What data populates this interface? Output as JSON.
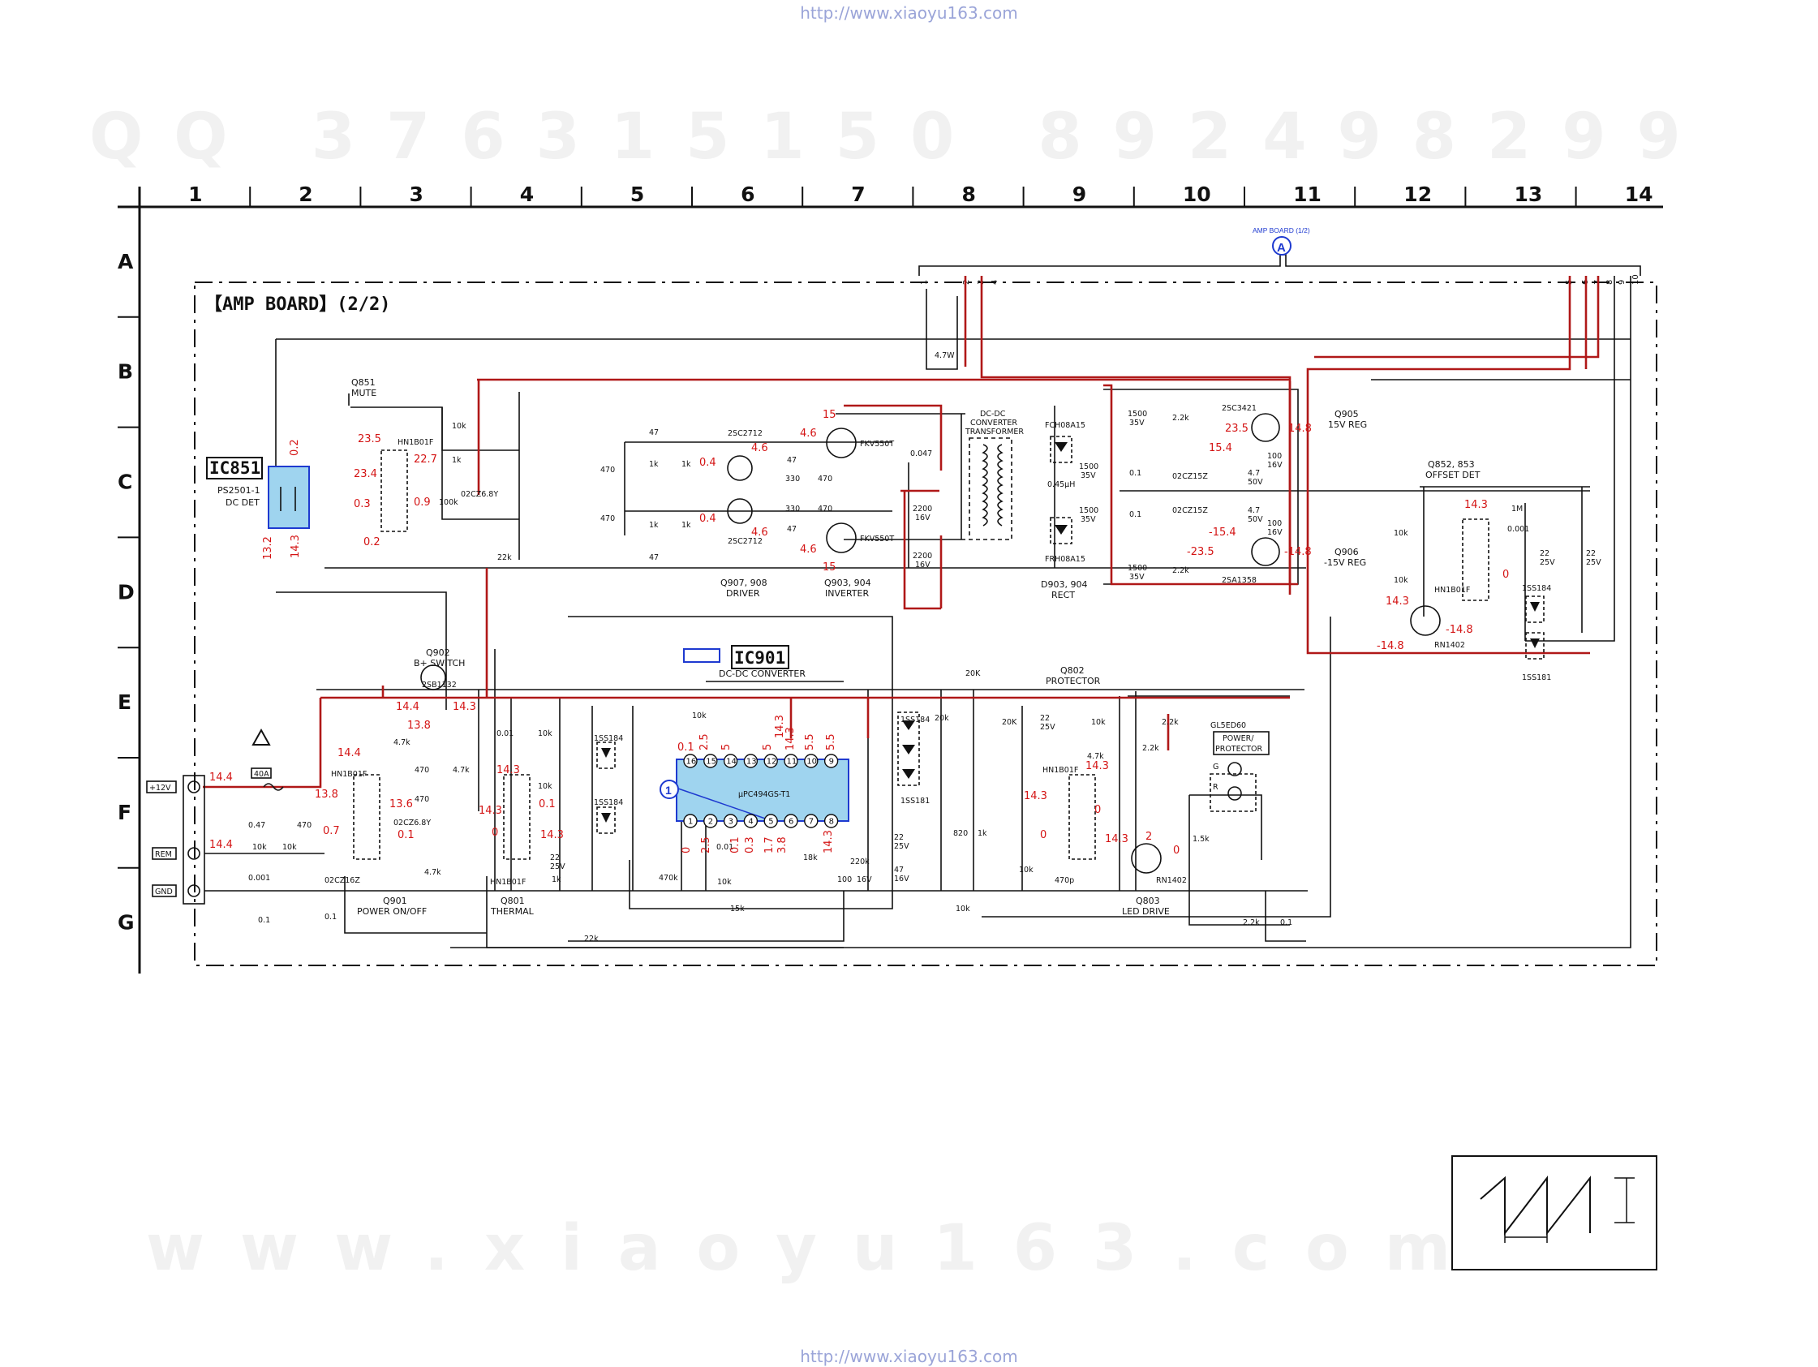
{
  "watermark_url_top": "http://www.xiaoyu163.com",
  "watermark_url_bottom": "http://www.xiaoyu163.com",
  "watermark_qq": "QQ 376315150   892498299",
  "watermark_domain": "www.xiaoyu163.com",
  "grid": {
    "columns": [
      "1",
      "2",
      "3",
      "4",
      "5",
      "6",
      "7",
      "8",
      "9",
      "10",
      "11",
      "12",
      "13",
      "14"
    ],
    "rows": [
      "A",
      "B",
      "C",
      "D",
      "E",
      "F",
      "G"
    ]
  },
  "board_title": "【AMP BOARD】(2/2)",
  "connector_ref": {
    "title": "AMP BOARD (1/2)",
    "letter": "A",
    "pins_left": [
      "1",
      "2",
      "3",
      "4"
    ],
    "pins_right": [
      "5",
      "6",
      "7",
      "8",
      "9",
      "10"
    ]
  },
  "ic851": {
    "ref": "IC851",
    "part": "PS2501-1",
    "func": "DC DET"
  },
  "ic901": {
    "ref": "IC901",
    "func": "DC-DC CONVERTER",
    "part": "µPC494GS-T1",
    "top_pins": [
      "16",
      "15",
      "14",
      "13",
      "12",
      "11",
      "10",
      "9"
    ],
    "bottom_pins": [
      "1",
      "2",
      "3",
      "4",
      "5",
      "6",
      "7",
      "8"
    ],
    "pin1_marker": "1"
  },
  "q851": {
    "ref": "Q851",
    "func": "MUTE",
    "part": "HN1B01F"
  },
  "q902": {
    "ref": "Q902",
    "func": "B+ SWITCH",
    "part": "2SB1132"
  },
  "q901": {
    "ref": "Q901",
    "func": "POWER ON/OFF",
    "part": "HN1B01F"
  },
  "q801": {
    "ref": "Q801",
    "func": "THERMAL",
    "part": "HN1B01F"
  },
  "q907": {
    "ref": "Q907, 908",
    "func": "DRIVER",
    "part": "2SC2712"
  },
  "q903": {
    "ref": "Q903, 904",
    "func": "INVERTER",
    "part": "FKV550T"
  },
  "transformer": {
    "label1": "DC-DC",
    "label2": "CONVERTER",
    "label3": "TRANSFORMER"
  },
  "d903": {
    "ref": "D903, 904",
    "func": "RECT",
    "part_top": "FCH08A15",
    "part_bot": "FRH08A15"
  },
  "q905": {
    "ref": "Q905",
    "func": "15V REG",
    "part": "2SC3421"
  },
  "q906": {
    "ref": "Q906",
    "func": "-15V REG",
    "part": "2SA1358"
  },
  "q852": {
    "ref": "Q852, 853",
    "func": "OFFSET DET",
    "part": "HN1B01F",
    "part2": "RN1402"
  },
  "q802": {
    "ref": "Q802",
    "func": "PROTECTOR",
    "part": "HN1B01F"
  },
  "q803": {
    "ref": "Q803",
    "func": "LED DRIVE",
    "part": "RN1402"
  },
  "led": {
    "part": "GL5ED60",
    "label1": "POWER/",
    "label2": "PROTECTOR",
    "g": "G",
    "r": "R"
  },
  "terminals": {
    "plus12v": "+12V",
    "rem": "REM",
    "gnd": "GND"
  },
  "fuse": "40A",
  "components": {
    "r47w": "4.7W",
    "r10k": "10k",
    "r1k": "1k",
    "r22k": "22k",
    "r100k": "100k",
    "r47": "47",
    "r470": "470",
    "r330": "330",
    "r2_2k": "2.2k",
    "r4_7k": "4.7k",
    "r1m": "1M",
    "r20k": "20K",
    "r20kb": "20k",
    "r15k": "15k",
    "r18k": "18k",
    "r220k": "220k",
    "r470k": "470k",
    "r820": "820",
    "r1_5k": "1.5k",
    "c0047": "0.047",
    "c2200": "2200",
    "v16": "16V",
    "c1500": "1500",
    "v35": "35V",
    "c01": "0.1",
    "c47": "4.7",
    "v50": "50V",
    "c100": "100",
    "c22": "22",
    "v25": "25V",
    "c0001": "0.001",
    "c001": "0.01",
    "c047": "0.47",
    "c47u": "47",
    "c470p": "470p",
    "l045": "0.45µH",
    "d1ss184": "1SS184",
    "d1ss181": "1SS181",
    "z02cz68": "02CZ6.8Y",
    "z02cz15": "02CZ15Z",
    "z02cz16": "02CZ16Z"
  },
  "voltages": {
    "v02": "0.2",
    "v132": "13.2",
    "v143": "14.3",
    "v235": "23.5",
    "v234": "23.4",
    "v227": "22.7",
    "v03": "0.3",
    "v09": "0.9",
    "v15": "15",
    "v46": "4.6",
    "v04": "0.4",
    "v154": "15.4",
    "v148": "14.8",
    "vm154": "-15.4",
    "vm235": "-23.5",
    "vm148": "-14.8",
    "v144": "14.4",
    "v138": "13.8",
    "v136": "13.6",
    "v07": "0.7",
    "v01": "0.1",
    "v0": "0",
    "v25": "2.5",
    "v5": "5",
    "v55": "5.5",
    "v17": "1.7",
    "v38": "3.8",
    "v2": "2"
  }
}
